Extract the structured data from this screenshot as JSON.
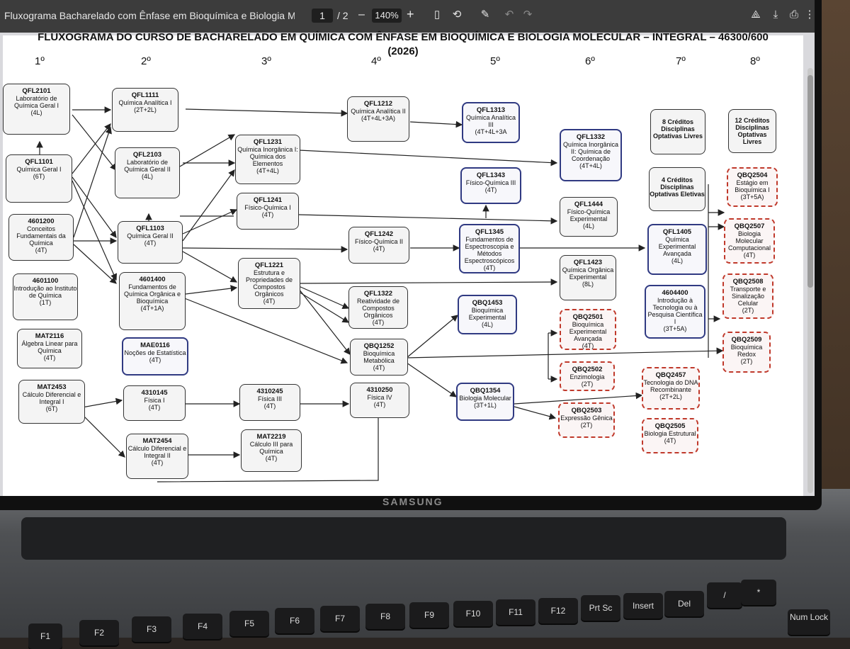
{
  "viewer": {
    "title": "Fluxograma Bacharelado com Ênfase em Bioquímica e Biologia Molecular ...",
    "page_current": "1",
    "page_total": "/ 2",
    "zoom_minus": "–",
    "zoom": "140%",
    "zoom_plus": "+",
    "icons": [
      "fit-page-icon",
      "rotate-icon",
      "draw-icon",
      "undo-icon",
      "redo-icon",
      "add-to-drive-icon",
      "download-icon",
      "print-icon",
      "more-icon"
    ]
  },
  "document": {
    "title_line1": "FLUXOGRAMA DO CURSO DE BACHARELADO EM QUÍMICA COM ÊNFASE EM BIOQUÍMICA E BIOLOGIA MOLECULAR – INTEGRAL – 46300/600",
    "title_line2": "(2026)",
    "semesters": [
      "1º",
      "2º",
      "3º",
      "4º",
      "5º",
      "6º",
      "7º",
      "8º"
    ]
  },
  "courses": {
    "qfl2101": {
      "code": "QFL2101",
      "name": "Laboratório de Química Geral I",
      "hours": "(4L)"
    },
    "qfl1101": {
      "code": "QFL1101",
      "name": "Química Geral I",
      "hours": "(6T)"
    },
    "c4601200": {
      "code": "4601200",
      "name": "Conceitos Fundamentais da Química",
      "hours": "(4T)"
    },
    "c4601100": {
      "code": "4601100",
      "name": "Introdução ao Instituto de Química",
      "hours": "(1T)"
    },
    "mat2116": {
      "code": "MAT2116",
      "name": "Álgebra Linear para Química",
      "hours": "(4T)"
    },
    "mat2453": {
      "code": "MAT2453",
      "name": "Cálculo Diferencial e Integral I",
      "hours": "(6T)"
    },
    "qfl1111": {
      "code": "QFL1111",
      "name": "Química Analítica I",
      "hours": "(2T+2L)"
    },
    "qfl2103": {
      "code": "QFL2103",
      "name": "Laboratório de Química Geral II",
      "hours": "(4L)"
    },
    "qfl1103": {
      "code": "QFL1103",
      "name": "Química Geral II",
      "hours": "(4T)"
    },
    "c4601400": {
      "code": "4601400",
      "name": "Fundamentos de Química Orgânica e Bioquímica",
      "hours": "(4T+1A)"
    },
    "mae0116": {
      "code": "MAE0116",
      "name": "Noções de Estatística",
      "hours": "(4T)"
    },
    "c4310145": {
      "code": "4310145",
      "name": "Física I",
      "hours": "(4T)"
    },
    "mat2454": {
      "code": "MAT2454",
      "name": "Cálculo Diferencial e Integral II",
      "hours": "(4T)"
    },
    "qfl1231": {
      "code": "QFL1231",
      "name": "Química Inorgânica I: Química dos Elementos",
      "hours": "(4T+4L)"
    },
    "qfl1241": {
      "code": "QFL1241",
      "name": "Físico-Química I",
      "hours": "(4T)"
    },
    "qfl1221": {
      "code": "QFL1221",
      "name": "Estrutura e Propriedades de Compostos Orgânicos",
      "hours": "(4T)"
    },
    "c4310245": {
      "code": "4310245",
      "name": "Física III",
      "hours": "(4T)"
    },
    "mat2219": {
      "code": "MAT2219",
      "name": "Cálculo III para Química",
      "hours": "(4T)"
    },
    "qfl1212": {
      "code": "QFL1212",
      "name": "Química Analítica II",
      "hours": "(4T+4L+3A)"
    },
    "qfl1242": {
      "code": "QFL1242",
      "name": "Físico-Química II",
      "hours": "(4T)"
    },
    "qfl1322": {
      "code": "QFL1322",
      "name": "Reatividade de Compostos Orgânicos",
      "hours": "(4T)"
    },
    "qbq1252": {
      "code": "QBQ1252",
      "name": "Bioquímica Metabólica",
      "hours": "(4T)"
    },
    "c4310250": {
      "code": "4310250",
      "name": "Física IV",
      "hours": "(4T)"
    },
    "qfl1313": {
      "code": "QFL1313",
      "name": "Química Analítica III",
      "hours": "(4T+4L+3A"
    },
    "qfl1343": {
      "code": "QFL1343",
      "name": "Físico-Química III",
      "hours": "(4T)"
    },
    "qfl1345": {
      "code": "QFL1345",
      "name": "Fundamentos de Espectroscopia e Métodos Espectroscópicos",
      "hours": "(4T)"
    },
    "qbq1453": {
      "code": "QBQ1453",
      "name": "Bioquímica Experimental",
      "hours": "(4L)"
    },
    "qbq1354": {
      "code": "QBQ1354",
      "name": "Biologia Molecular",
      "hours": "(3T+1L)"
    },
    "qfl1332": {
      "code": "QFL1332",
      "name": "Química Inorgânica II: Química de Coordenação",
      "hours": "(4T+4L)"
    },
    "qfl1444": {
      "code": "QFL1444",
      "name": "Físico-Química Experimental",
      "hours": "(4L)"
    },
    "qfl1423": {
      "code": "QFL1423",
      "name": "Química Orgânica Experimental",
      "hours": "(8L)"
    },
    "qbq2501": {
      "code": "QBQ2501",
      "name": "Bioquímica Experimental Avançada",
      "hours": "(4T)"
    },
    "qbq2502": {
      "code": "QBQ2502",
      "name": "Enzimologia",
      "hours": "(2T)"
    },
    "qbq2503": {
      "code": "QBQ2503",
      "name": "Expressão Gênica",
      "hours": "(2T)"
    },
    "cred8": {
      "code": "",
      "name": "8 Créditos Disciplinas Optativas Livres",
      "hours": ""
    },
    "cred4": {
      "code": "",
      "name": "4 Créditos Disciplinas Optativas Eletivas",
      "hours": ""
    },
    "qfl1405": {
      "code": "QFL1405",
      "name": "Química Experimental Avançada",
      "hours": "(4L)"
    },
    "c4604400": {
      "code": "4604400",
      "name": "Introdução à Tecnologia ou à Pesquisa Científica I",
      "hours": "(3T+5A)"
    },
    "qbq2457": {
      "code": "QBQ2457",
      "name": "Tecnologia do DNA Recombinante",
      "hours": "(2T+2L)"
    },
    "qbq2505": {
      "code": "QBQ2505",
      "name": "Biologia Estrutural",
      "hours": "(4T)"
    },
    "cred12": {
      "code": "",
      "name": "12 Créditos Disciplinas Optativas Livres",
      "hours": ""
    },
    "qbq2504": {
      "code": "QBQ2504",
      "name": "Estágio em Bioquímica I",
      "hours": "(3T+5A)"
    },
    "qbq2507": {
      "code": "QBQ2507",
      "name": "Biologia Molecular Computacional",
      "hours": "(4T)"
    },
    "qbq2508": {
      "code": "QBQ2508",
      "name": "Transporte e Sinalização Celular",
      "hours": "(2T)"
    },
    "qbq2509": {
      "code": "QBQ2509",
      "name": "Bioquímica Redox",
      "hours": "(2T)"
    }
  },
  "laptop": {
    "brand": "SAMSUNG",
    "keys": [
      "F1",
      "F2",
      "F3",
      "F4",
      "F5",
      "F6",
      "F7",
      "F8",
      "F9",
      "F10",
      "F11",
      "F12",
      "Prt Sc",
      "Insert",
      "Del",
      "/",
      "*",
      "Num Lock"
    ]
  }
}
